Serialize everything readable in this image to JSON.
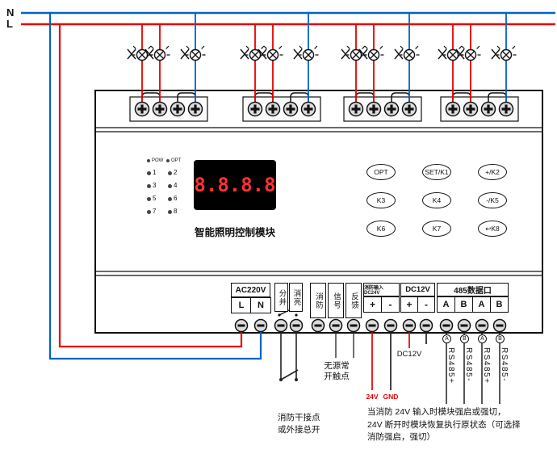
{
  "bus": {
    "n": "N",
    "l": "L"
  },
  "colors": {
    "live": "#e60000",
    "neutral": "#0063c8",
    "display_red": "#ff3232"
  },
  "module": {
    "indicators": {
      "pow": "POW",
      "opt": "OPT",
      "channels": [
        "1",
        "2",
        "3",
        "4",
        "5",
        "6",
        "7",
        "8"
      ]
    },
    "display": "8.8.8.8",
    "title": "智能照明控制模块",
    "keys": [
      "OPT",
      "SET/K1",
      "+/K2",
      "K3",
      "K4",
      "-/K5",
      "K6",
      "K7",
      "↩K8"
    ]
  },
  "strip": {
    "ac_title": "AC220V",
    "ac_l": "L",
    "ac_n": "N",
    "mode_col1": "分并",
    "mode_col2": "消亮",
    "fb_col1": "消防",
    "fb_col2": "信号",
    "fb_col3": "反馈",
    "fire_title": "消防输入DC24V",
    "fire_plus": "+",
    "fire_minus": "-",
    "dc12_title": "DC12V",
    "dc12_plus": "+",
    "dc12_minus": "-",
    "rs485_title": "485数据口",
    "rs485_a1": "A",
    "rs485_b1": "B",
    "rs485_a2": "A",
    "rs485_b2": "B"
  },
  "annotations": {
    "no_contact": "无源常开触点",
    "v24": "24V",
    "gnd": "GND",
    "dc12v": "DC12V",
    "rs485_1": "RS485+",
    "rs485_2": "RS485-",
    "rs485_3": "RS485+",
    "rs485_4": "RS485-",
    "markers": [
      "A",
      "B",
      "A",
      "B"
    ],
    "fire_switch_l1": "消防干接点",
    "fire_switch_l2": "或外接总开",
    "note_l1": "当消防 24V 输入时模块强启或强切，",
    "note_l2": "24V 断开时模块恢复执行原状态（可选择",
    "note_l3": "消防强启，强切）"
  }
}
